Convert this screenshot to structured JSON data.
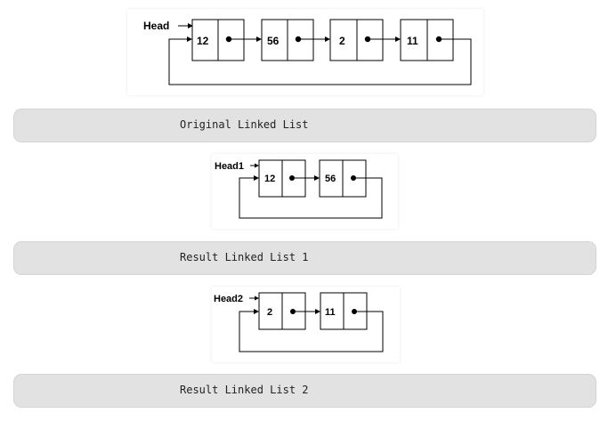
{
  "diagrams": [
    {
      "head_label": "Head",
      "nodes": [
        "12",
        "56",
        "2",
        "11"
      ],
      "caption": "Original Linked List"
    },
    {
      "head_label": "Head1",
      "nodes": [
        "12",
        "56"
      ],
      "caption": "Result Linked List 1"
    },
    {
      "head_label": "Head2",
      "nodes": [
        "2",
        "11"
      ],
      "caption": "Result Linked List 2"
    }
  ]
}
